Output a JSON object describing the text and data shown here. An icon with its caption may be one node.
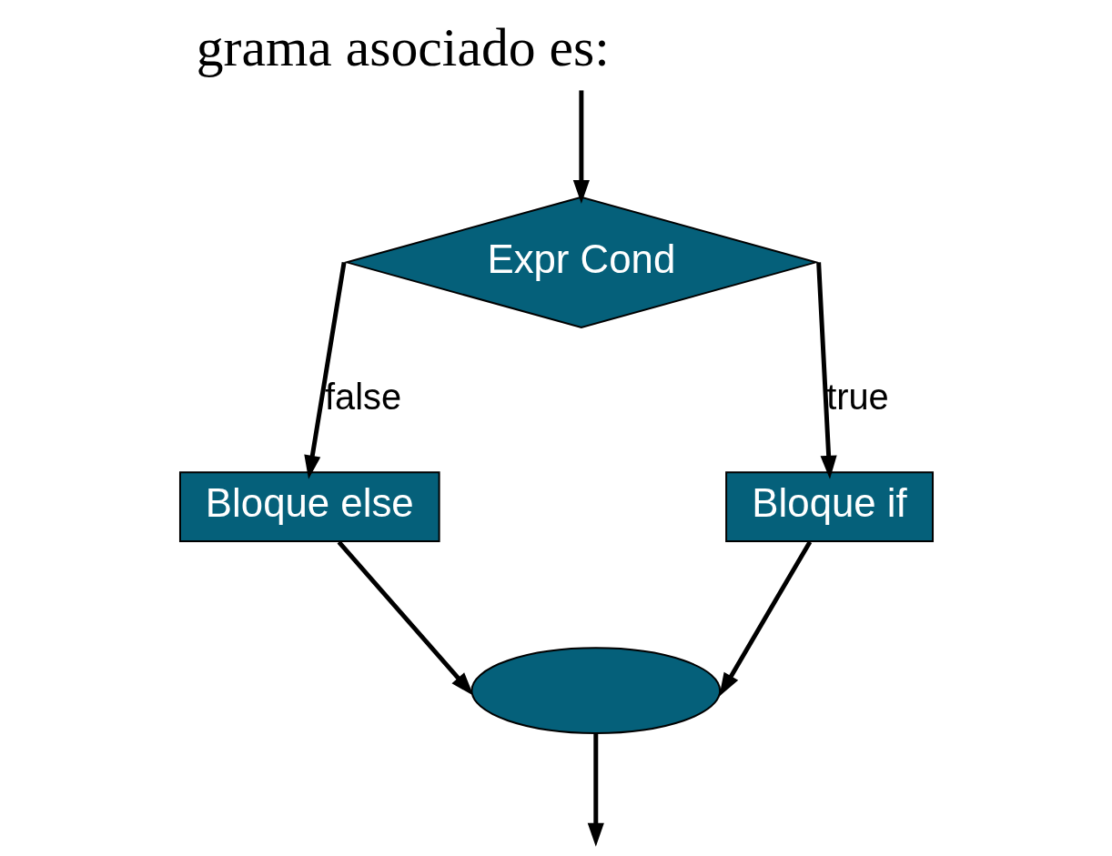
{
  "diagram": {
    "title": "grama asociado es:",
    "nodes": [
      {
        "text": [
          "Expr Cond"
        ]
      },
      {
        "text": [
          "Bloque else"
        ]
      },
      {
        "text": [
          "Bloque if"
        ]
      },
      {
        "text": [],
        "shape": "ellipse"
      }
    ],
    "edges": [
      {
        "from": null,
        "to": 0,
        "arrow": "to"
      },
      {
        "from": 0,
        "to": 1,
        "arrow": "to",
        "label": "false"
      },
      {
        "from": 0,
        "to": 2,
        "arrow": "to",
        "label": "true"
      },
      {
        "from": 1,
        "to": 3,
        "arrow": "to"
      },
      {
        "from": 2,
        "to": 3,
        "arrow": "to"
      },
      {
        "from": 3,
        "to": null,
        "arrow": "to"
      }
    ]
  }
}
